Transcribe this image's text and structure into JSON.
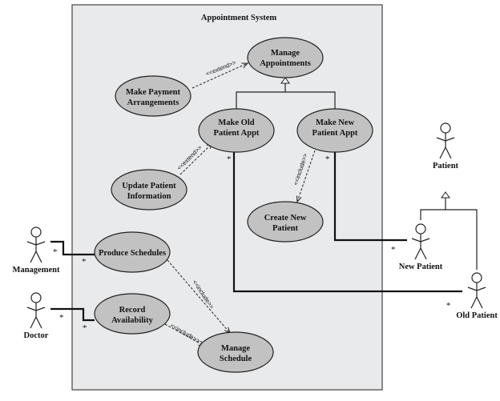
{
  "system": {
    "title": "Appointment System",
    "background": "#e9eaeb",
    "usecase_fill": "#c2c2c2"
  },
  "use_cases": {
    "manage_appointments": [
      "Manage",
      "Appointments"
    ],
    "make_payment": [
      "Make Payment",
      "Arrangements"
    ],
    "make_old": [
      "Make Old",
      "Patient Appt"
    ],
    "make_new": [
      "Make New",
      "Patient Appt"
    ],
    "update_patient": [
      "Update Patient",
      "Information"
    ],
    "create_new": [
      "Create New",
      "Patient"
    ],
    "produce_schedules": [
      "Produce Schedules"
    ],
    "record_availability": [
      "Record",
      "Availability"
    ],
    "manage_schedule": [
      "Manage",
      "Schedule"
    ]
  },
  "actors": {
    "patient": "Patient",
    "new_patient": "New Patient",
    "old_patient": "Old Patient",
    "management": "Management",
    "doctor": "Doctor"
  },
  "stereotypes": {
    "extend": "<<extend>>",
    "include": "<<include>>"
  },
  "multiplicity": "*"
}
